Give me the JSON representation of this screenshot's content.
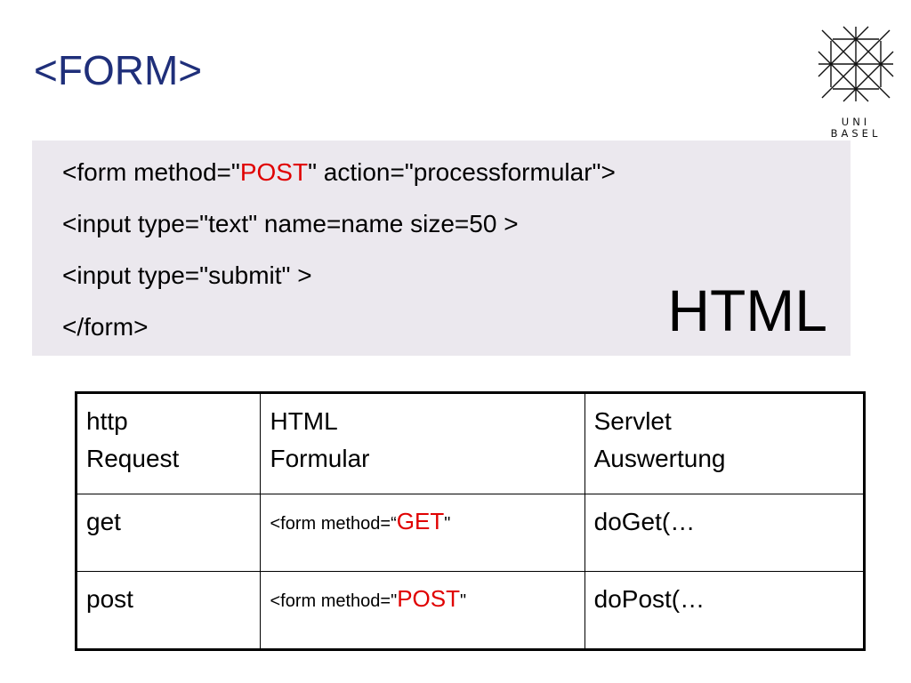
{
  "slide": {
    "title": "<FORM>",
    "logo": {
      "line1": "UNI",
      "line2": "BASEL"
    },
    "code": {
      "line1_pre": "<form method=\"",
      "line1_red": "POST",
      "line1_post": "\" action=\"processformular\">",
      "line2": "<input type=\"text\" name=name size=50 >",
      "line3": "<input type=\"submit\" >",
      "line4": "</form>",
      "label": "HTML"
    },
    "table": {
      "header": [
        {
          "l1": "http",
          "l2": "Request"
        },
        {
          "l1": "HTML",
          "l2": "Formular"
        },
        {
          "l1": "Servlet",
          "l2": "Auswertung"
        }
      ],
      "rows": [
        {
          "request": "get",
          "form_pre": "<form method=“",
          "form_red": "GET",
          "form_post": "\"",
          "servlet": "doGet(…"
        },
        {
          "request": "post",
          "form_pre": "<form method=\"",
          "form_red": "POST",
          "form_post": "\"",
          "servlet": "doPost(…"
        }
      ]
    },
    "colors": {
      "title": "#1f2f7a",
      "highlight": "#e00000",
      "code_background": "#ebe8ee"
    }
  }
}
